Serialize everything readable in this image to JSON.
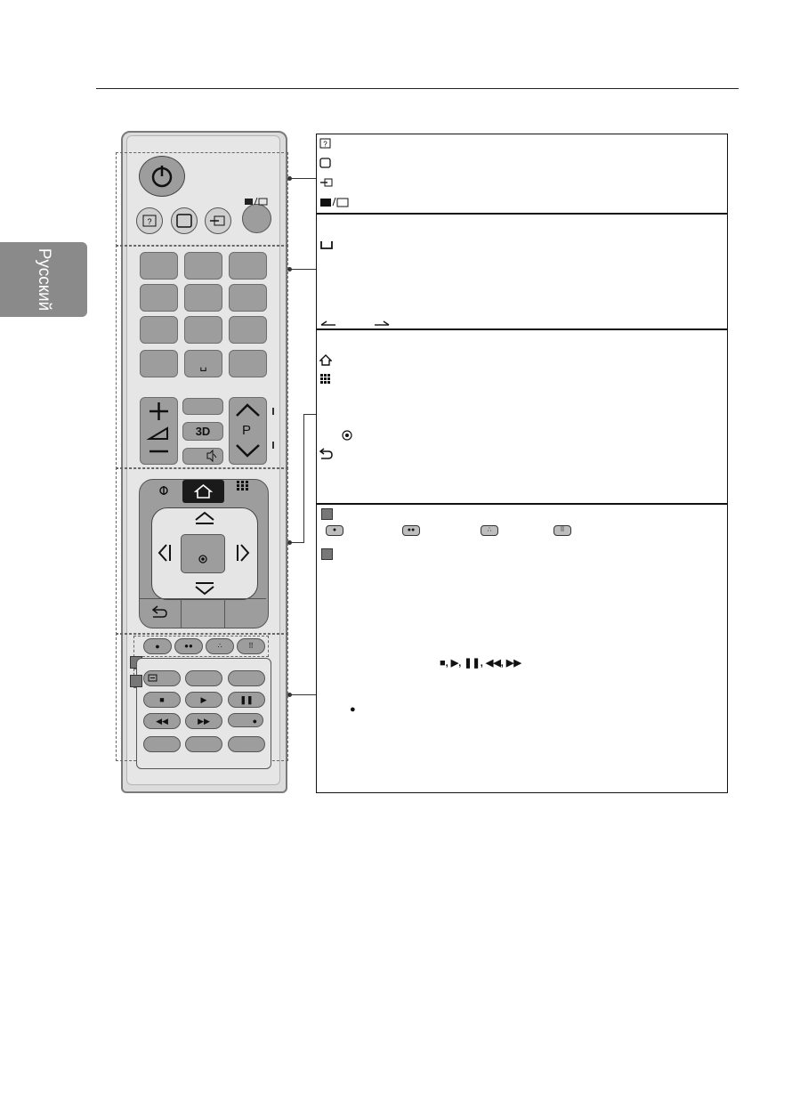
{
  "language_tab": {
    "label": "Русский"
  },
  "remote": {
    "buttons": {
      "three_d_label": "3D",
      "p_label": "P",
      "space_symbol": "␣"
    }
  },
  "panels": {
    "power_section": {
      "icons": [
        "help-icon",
        "screen-icon",
        "input-icon",
        "tv-radio-icon"
      ]
    },
    "number_section": {
      "icons": [
        "space-icon",
        "arrow-left-icon",
        "arrow-right-icon"
      ]
    },
    "nav_section": {
      "icons": [
        "home-icon",
        "grid-icon",
        "ok-icon",
        "back-icon"
      ]
    },
    "color_section": {
      "playback_symbols": "■, ▶, ❚❚, ◀◀, ▶▶",
      "record_symbol": "●"
    }
  }
}
